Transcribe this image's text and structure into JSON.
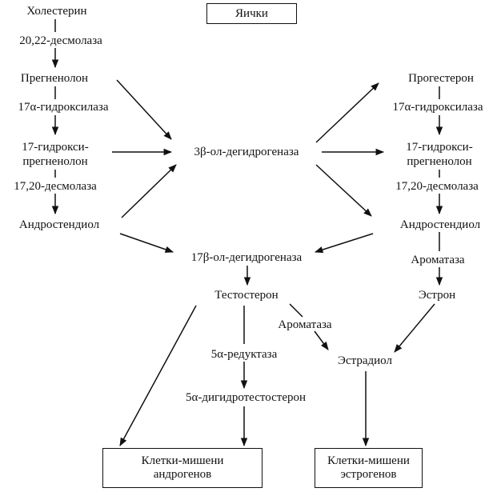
{
  "title_box": "Яички",
  "left_column": {
    "cholesterol": "Холестерин",
    "desmolase_2022": "20,22-десмолаза",
    "pregnenolone": "Прегненолон",
    "hydroxylase_left": "17α-гидроксилаза",
    "hydroxy_pregnenolone_line1": "17-гидрокси-",
    "hydroxy_pregnenolone_line2": "прегненолон",
    "desmolase_1720_left": "17,20-десмолаза",
    "androstenediol_left": "Андростендиол"
  },
  "center": {
    "dehydrogenase_3b": "3β-ол-дегидрогеназа",
    "dehydrogenase_17b": "17β-ол-дегидрогеназа",
    "testosterone": "Тестостерон",
    "aromatase_center": "Ароматаза",
    "reductase_5a": "5α-редуктаза",
    "dihydrotestosterone": "5α-дигидротестостерон",
    "estradiol": "Эстрадиол"
  },
  "right_column": {
    "progesterone": "Прогестерон",
    "hydroxylase_right": "17α-гидроксилаза",
    "hydroxy_progesterone_line1": "17-гидрокси-",
    "hydroxy_progesterone_line2": "прегненолон",
    "desmolase_1720_right": "17,20-десмолаза",
    "androstenediol_right": "Андростендиол",
    "aromatase_right": "Ароматаза",
    "estrone": "Эстрон"
  },
  "targets": {
    "androgen_line1": "Клетки-мишени",
    "androgen_line2": "андрогенов",
    "estrogen_line1": "Клетки-мишени",
    "estrogen_line2": "эстрогенов"
  }
}
